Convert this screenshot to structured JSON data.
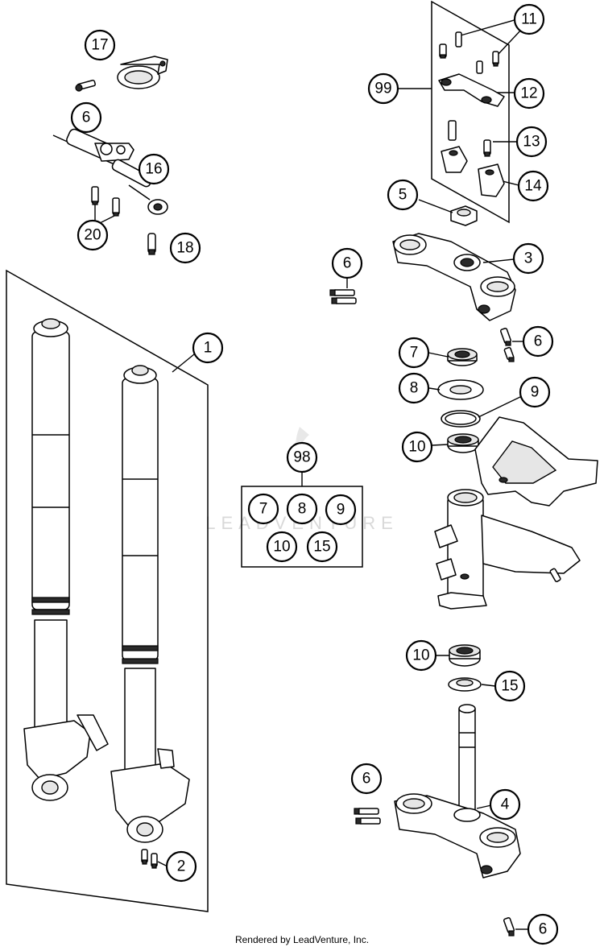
{
  "watermark": "LEADVENTURE",
  "footer": "Rendered by LeadVenture, Inc.",
  "callouts": {
    "c17": "17",
    "c6_steering_damper": "6",
    "c16": "16",
    "c20": "20",
    "c18": "18",
    "c11": "11",
    "c99": "99",
    "c12": "12",
    "c13": "13",
    "c14": "14",
    "c5": "5",
    "c6_upper_left": "6",
    "c3": "3",
    "c6_upper_right": "6",
    "c1": "1",
    "c2": "2",
    "c98": "98",
    "kit_7": "7",
    "kit_8": "8",
    "kit_9": "9",
    "kit_10": "10",
    "kit_15": "15",
    "c7": "7",
    "c8": "8",
    "c9": "9",
    "c10_upper": "10",
    "c10_lower": "10",
    "c15": "15",
    "c6_lower_left": "6",
    "c4": "4",
    "c6_bottom": "6"
  }
}
